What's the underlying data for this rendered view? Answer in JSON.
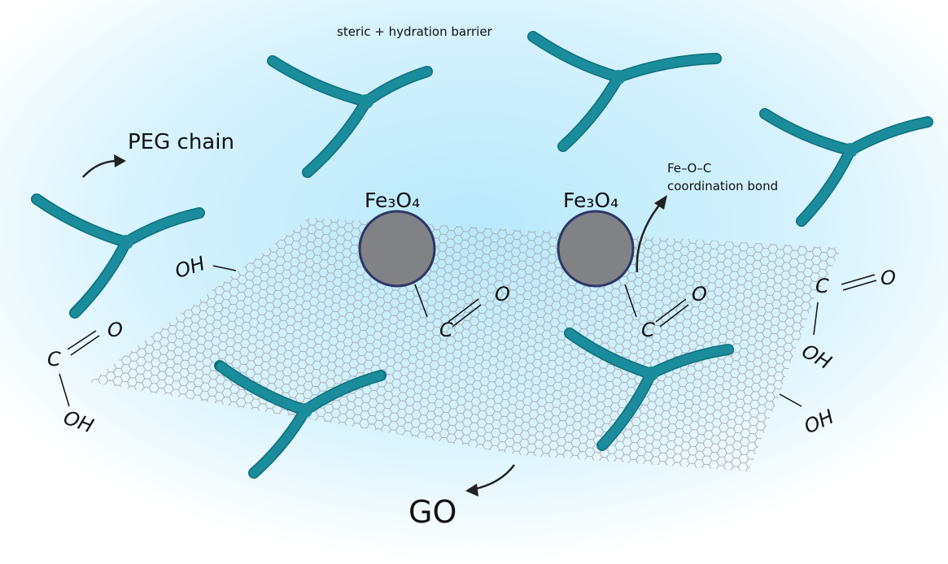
{
  "labels": {
    "barrier": "steric + hydration barrier",
    "peg": "PEG chain",
    "fe3o4_left": "Fe₃O₄",
    "fe3o4_right": "Fe₃O₄",
    "bond_line1": "Fe–O–C",
    "bond_line2": "coordination bond",
    "go": "GO"
  },
  "groups": {
    "oh_left_top": "OH",
    "c_left": "C",
    "o_left": "O",
    "oh_left_bottom": "OH",
    "c_mid1": "C",
    "o_mid1": "O",
    "c_mid2": "C",
    "o_mid2": "O",
    "c_right": "C",
    "o_right": "O",
    "oh_right": "OH",
    "oh_right_bottom": "OH"
  },
  "colors": {
    "peg": "#1a8c9c",
    "nanoparticle": "#808285",
    "nanoparticle_border": "#2e3568",
    "background_glow": "#bfeafc",
    "graphene": "#a8a8a8"
  }
}
